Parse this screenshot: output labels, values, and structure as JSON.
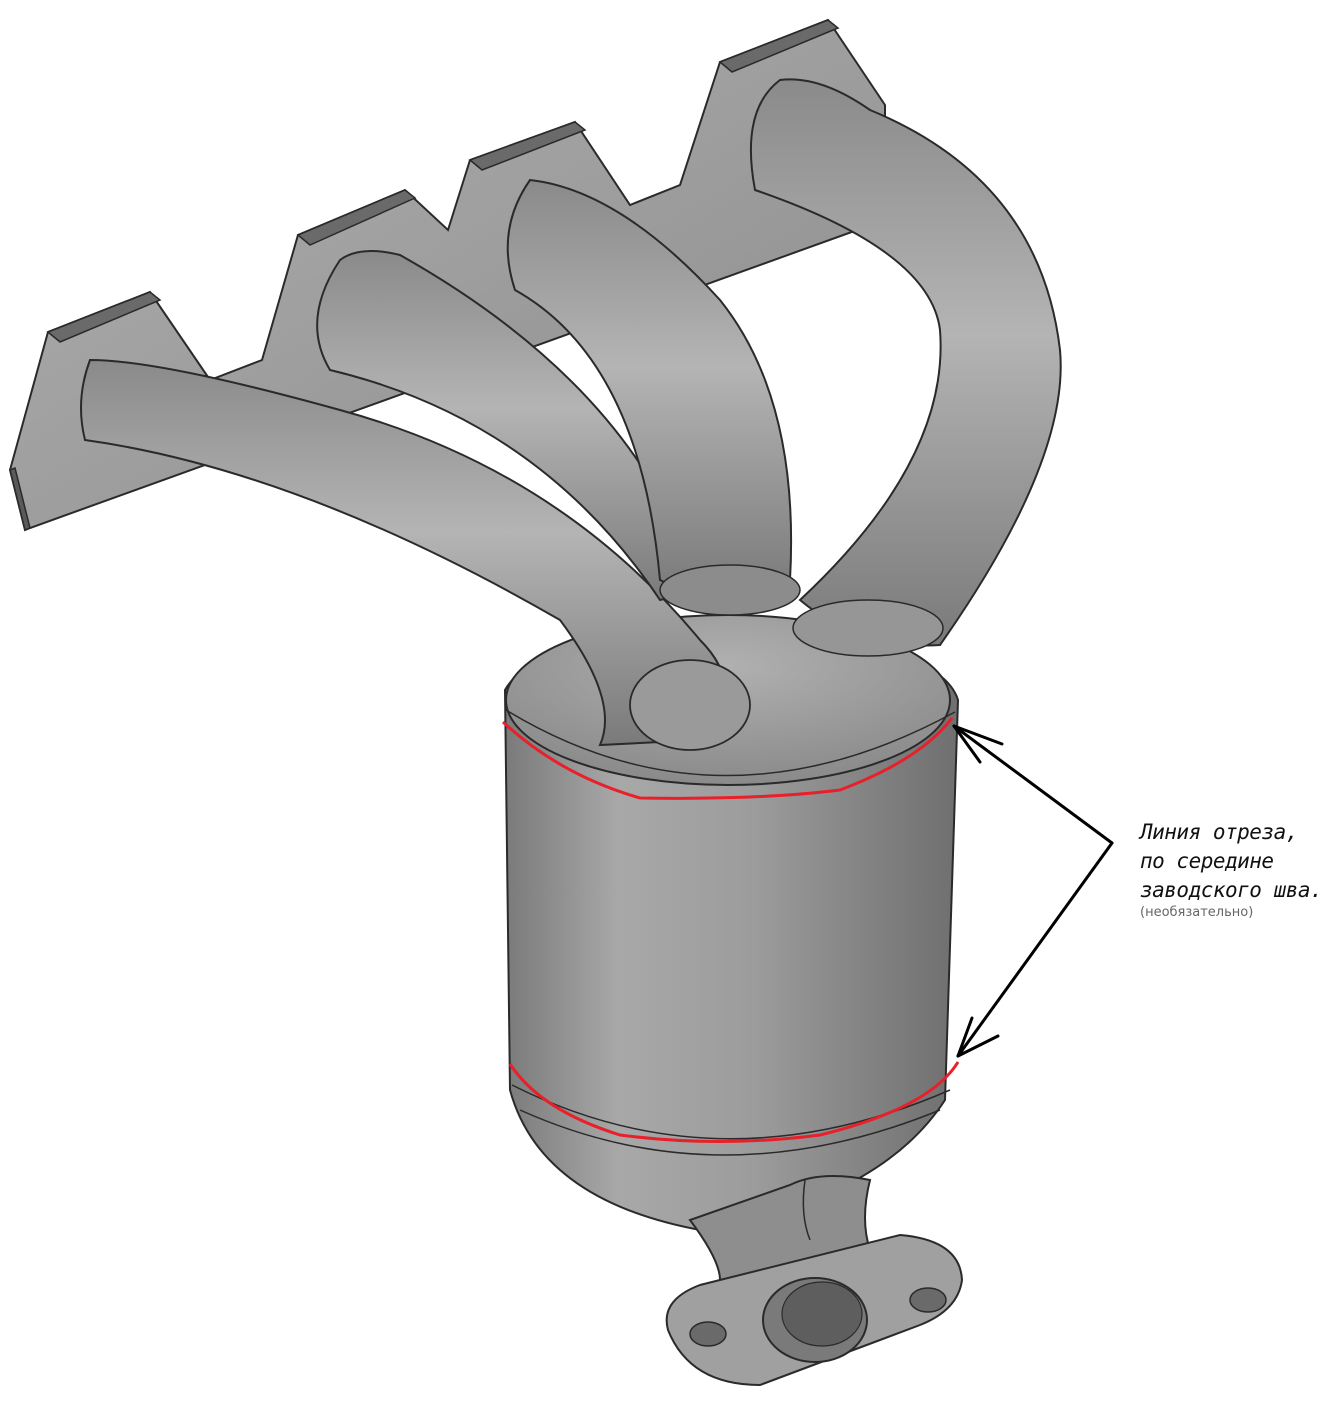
{
  "annotation": {
    "lines": [
      "Линия отреза,",
      "по середине",
      "заводского шва."
    ],
    "note": "(необязательно)"
  },
  "colors": {
    "cut_line": "#e8202a",
    "arrow": "#000000",
    "part_fill": "#9a9a9a",
    "part_edge": "#2a2a2a",
    "background": "#ffffff"
  },
  "icons": [
    "exhaust-manifold-drawing",
    "arrow-icon"
  ]
}
